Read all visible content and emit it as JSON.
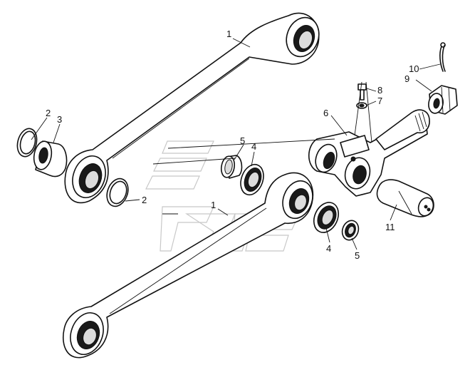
{
  "callouts": [
    {
      "id": "c1a",
      "text": "1"
    },
    {
      "id": "c1b",
      "text": "1"
    },
    {
      "id": "c2a",
      "text": "2"
    },
    {
      "id": "c2b",
      "text": "2"
    },
    {
      "id": "c3",
      "text": "3"
    },
    {
      "id": "c4a",
      "text": "4"
    },
    {
      "id": "c4b",
      "text": "4"
    },
    {
      "id": "c5a",
      "text": "5"
    },
    {
      "id": "c5b",
      "text": "5"
    },
    {
      "id": "c6",
      "text": "6"
    },
    {
      "id": "c7",
      "text": "7"
    },
    {
      "id": "c8",
      "text": "8"
    },
    {
      "id": "c9",
      "text": "9"
    },
    {
      "id": "c10",
      "text": "10"
    },
    {
      "id": "c11",
      "text": "11"
    }
  ]
}
